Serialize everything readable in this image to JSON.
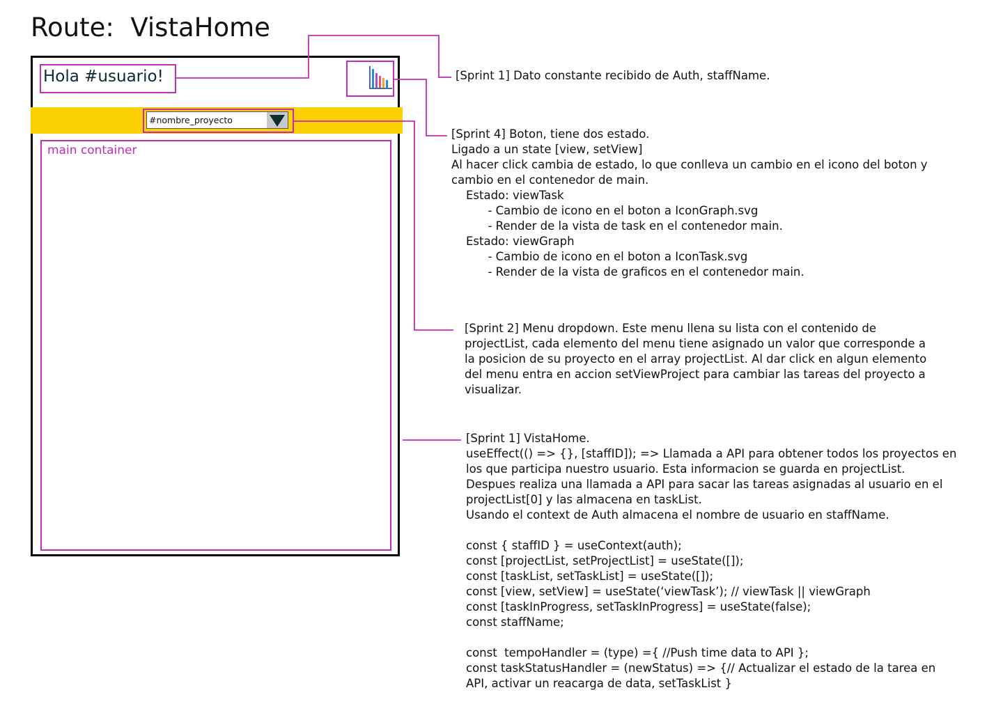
{
  "route_title": "Route:  VistaHome",
  "mockup": {
    "greeting": "Hola #usuario!",
    "graph_button_icon": "bar-chart-icon",
    "dropdown": {
      "value": "#nombre_proyecto",
      "arrow_icon": "triangle-down-icon"
    },
    "main_container_label": "main container"
  },
  "annotations": {
    "sprint1_staffname": "[Sprint 1] Dato constante recibido de Auth, staffName.",
    "sprint4_button": "[Sprint 4] Boton, tiene dos estado.\nLigado a un state [view, setView]\nAl hacer click cambia de estado, lo que conlleva un cambio en el icono del boton y\ncambio en el contenedor de main.\n    Estado: viewTask\n          - Cambio de icono en el boton a IconGraph.svg\n          - Render de la vista de task en el contenedor main.\n    Estado: viewGraph\n          - Cambio de icono en el boton a IconTask.svg\n          - Render de la vista de graficos en el contenedor main.",
    "sprint2_dropdown": "[Sprint 2] Menu dropdown. Este menu llena su lista con el contenido de\nprojectList, cada elemento del menu tiene asignado un valor que corresponde a\nla posicion de su proyecto en el array projectList. Al dar click en algun elemento\ndel menu entra en accion setViewProject para cambiar las tareas del proyecto a\nvisualizar.",
    "sprint1_vistahome": "[Sprint 1] VistaHome.\nuseEffect(() => {}, [staffID]); => Llamada a API para obtener todos los proyectos en\nlos que participa nuestro usuario. Esta informacion se guarda en projectList.\nDespues realiza una llamada a API para sacar las tareas asignadas al usuario en el\nprojectList[0] y las almacena en taskList.\nUsando el context de Auth almacena el nombre de usuario en staffName.\n\nconst { staffID } = useContext(auth);\nconst [projectList, setProjectList] = useState([]);\nconst [taskList, setTaskList] = useState([]);\nconst [view, setView] = useState(‘viewTask’); // viewTask || viewGraph\nconst [taskInProgress, setTaskInProgress] = useState(false);\nconst staffName;\n\nconst  tempoHandler = (type) ={ //Push time data to API };\nconst taskStatusHandler = (newStatus) => {// Actualizar el estado de la tarea en\nAPI, activar un reacarga de data, setTaskList }"
  },
  "colors": {
    "annotation_outline": "#c12cbf",
    "header_bar": "#fbd105",
    "frame": "#000000",
    "greeting_text": "#0b2a33"
  }
}
